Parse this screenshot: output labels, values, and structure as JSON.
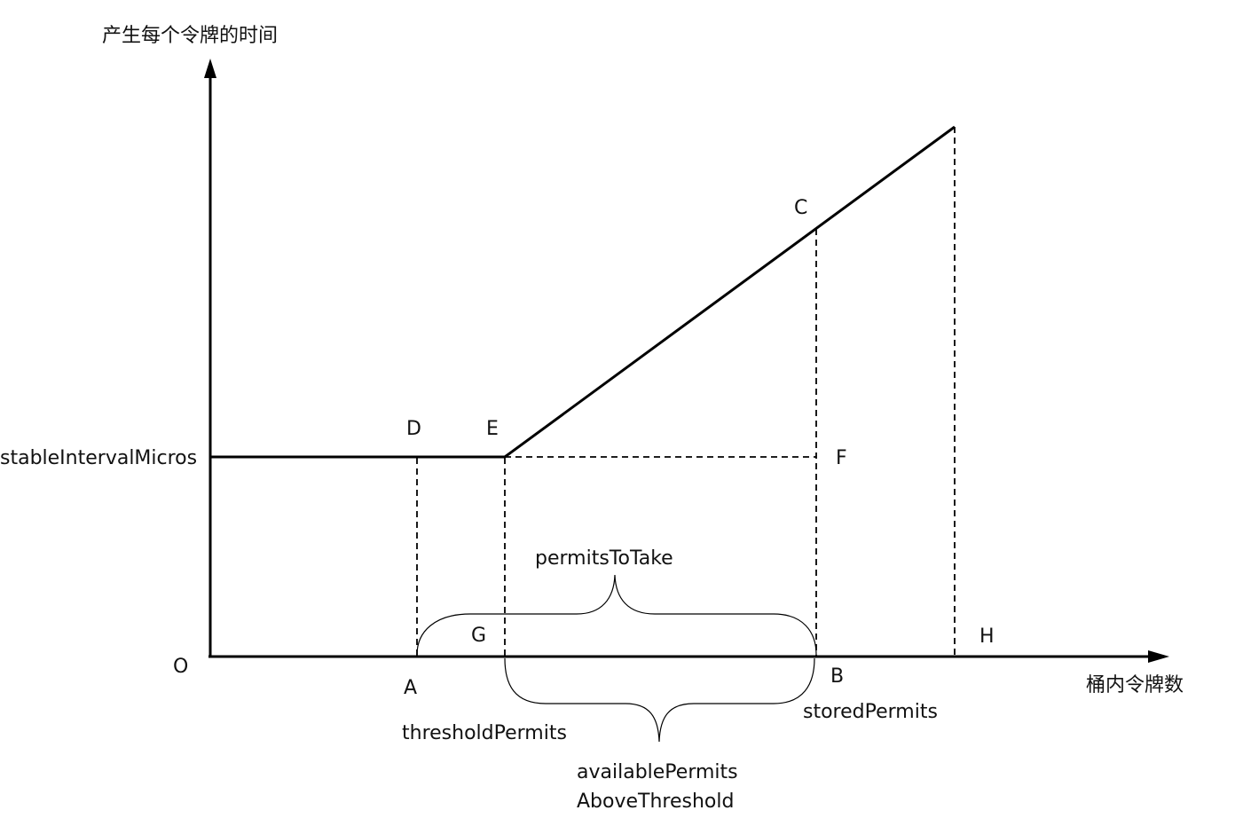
{
  "axes": {
    "y_label": "产生每个令牌的时间",
    "x_label": "桶内令牌数",
    "origin": "O"
  },
  "points": {
    "A": "A",
    "B": "B",
    "C": "C",
    "D": "D",
    "E": "E",
    "F": "F",
    "G": "G",
    "H": "H"
  },
  "labels": {
    "stable_interval": "stableIntervalMicros",
    "threshold_permits": "thresholdPermits",
    "stored_permits": "storedPermits",
    "permits_to_take": "permitsToTake",
    "available_line1": "availablePermits",
    "available_line2": "AboveThreshold"
  },
  "colors": {
    "stroke": "#000000",
    "text": "#111111",
    "background": "#ffffff"
  }
}
